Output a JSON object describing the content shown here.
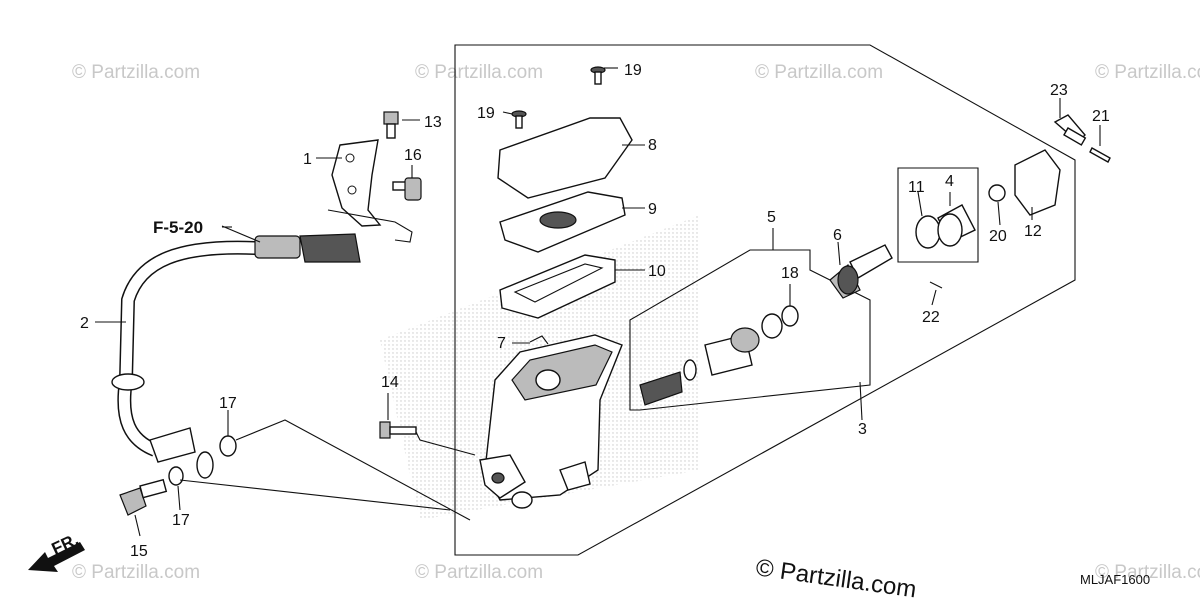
{
  "diagram": {
    "callouts": [
      "1",
      "2",
      "3",
      "4",
      "5",
      "6",
      "7",
      "8",
      "9",
      "10",
      "11",
      "12",
      "13",
      "14",
      "15",
      "16",
      "17",
      "17",
      "18",
      "19",
      "19",
      "20",
      "21",
      "22",
      "23"
    ],
    "ref_label": "F-5-20",
    "front_label": "FR.",
    "diagram_code": "MLJAF1600",
    "copyright": "© Partzilla.com",
    "watermark": "© Partzilla.com"
  }
}
